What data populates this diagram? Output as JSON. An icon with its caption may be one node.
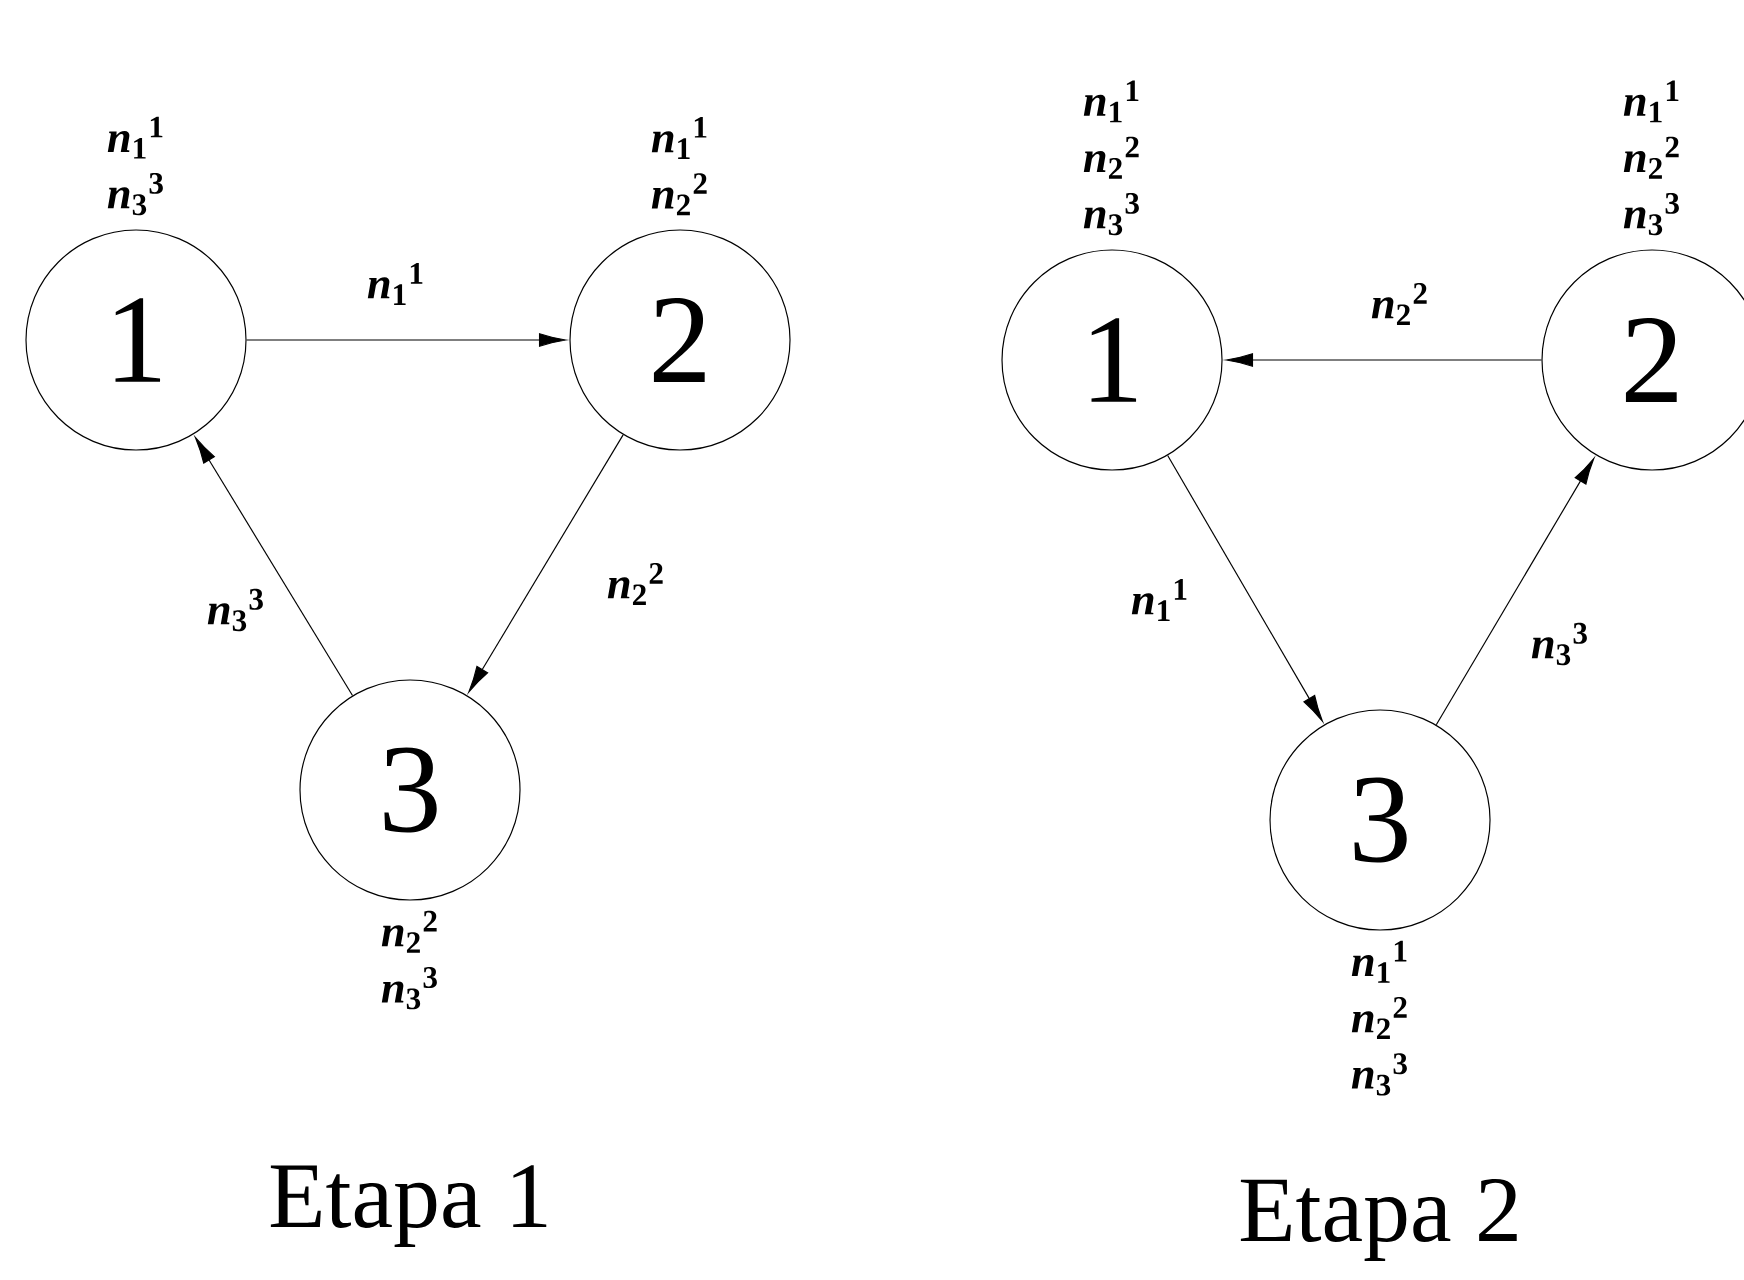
{
  "diagram": {
    "nodes": [
      {
        "text": [
          "1"
        ],
        "beside": [
          "*n*$_{1}$$^{1}$",
          "*n*$_{3}$$^{3}$"
        ]
      },
      {
        "text": [
          "2"
        ],
        "beside": [
          "*n*$_{1}$$^{1}$",
          "*n*$_{2}$$^{2}$"
        ]
      },
      {
        "text": [
          "3"
        ],
        "beside": [
          "*n*$_{2}$$^{2}$",
          "*n*$_{3}$$^{3}$"
        ]
      },
      {
        "text": [
          "1"
        ],
        "beside": [
          "*n*$_{1}$$^{1}$",
          "*n*$_{2}$$^{2}$",
          "*n*$_{3}$$^{3}$"
        ]
      },
      {
        "text": [
          "2"
        ],
        "beside": [
          "*n*$_{1}$$^{1}$",
          "*n*$_{2}$$^{2}$",
          "*n*$_{3}$$^{3}$"
        ]
      },
      {
        "text": [
          "3"
        ],
        "beside": [
          "*n*$_{1}$$^{1}$",
          "*n*$_{2}$$^{2}$",
          "*n*$_{3}$$^{3}$"
        ]
      }
    ],
    "edges": [
      {
        "from": 0,
        "to": 1,
        "arrow": "to",
        "label": "*n*$_{1}$$^{1}$"
      },
      {
        "from": 1,
        "to": 2,
        "arrow": "to",
        "label": "*n*$_{2}$$^{2}$"
      },
      {
        "from": 2,
        "to": 0,
        "arrow": "to",
        "label": "*n*$_{3}$$^{3}$"
      },
      {
        "from": 4,
        "to": 3,
        "arrow": "to",
        "label": "*n*$_{2}$$^{2}$"
      },
      {
        "from": 3,
        "to": 5,
        "arrow": "to",
        "label": "*n*$_{1}$$^{1}$"
      },
      {
        "from": 5,
        "to": 4,
        "arrow": "to",
        "label": "*n*$_{3}$$^{3}$"
      }
    ],
    "labels": [
      "Etapa 1",
      "Etapa 2"
    ]
  }
}
